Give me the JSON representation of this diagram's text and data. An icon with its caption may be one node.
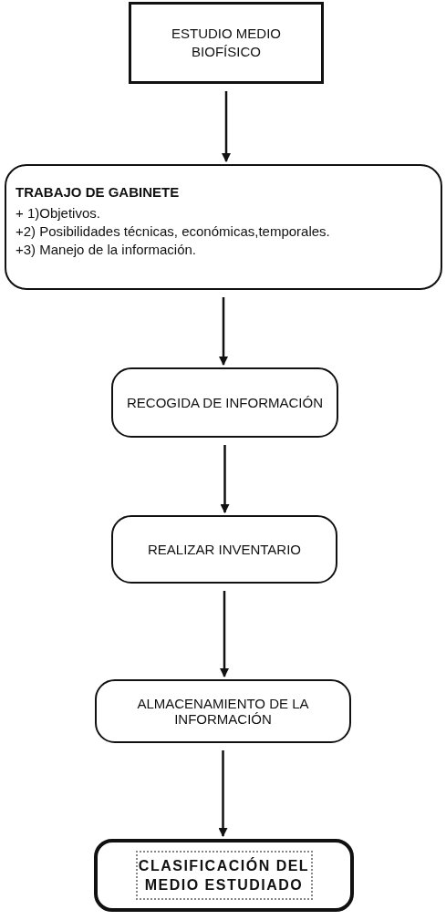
{
  "diagram": {
    "nodes": [
      {
        "text": [
          "ESTUDIO MEDIO BIOFÍSICO"
        ]
      },
      {
        "text": [
          "TRABAJO DE GABINETE",
          "+ 1)Objetivos.",
          "+2) Posibilidades técnicas, económicas,temporales.",
          "+3) Manejo de la información."
        ]
      },
      {
        "text": [
          "RECOGIDA DE INFORMACIÓN"
        ]
      },
      {
        "text": [
          "REALIZAR INVENTARIO"
        ]
      },
      {
        "text": [
          "ALMACENAMIENTO DE LA INFORMACIÓN"
        ]
      },
      {
        "text": [
          "CLASIFICACIÓN DEL MEDIO ESTUDIADO"
        ]
      }
    ],
    "edges": [
      {
        "from": 0,
        "to": 1,
        "arrow": "to"
      },
      {
        "from": 1,
        "to": 2,
        "arrow": "to"
      },
      {
        "from": 2,
        "to": 3,
        "arrow": "to"
      },
      {
        "from": 3,
        "to": 4,
        "arrow": "to"
      },
      {
        "from": 4,
        "to": 5,
        "arrow": "to"
      }
    ]
  }
}
